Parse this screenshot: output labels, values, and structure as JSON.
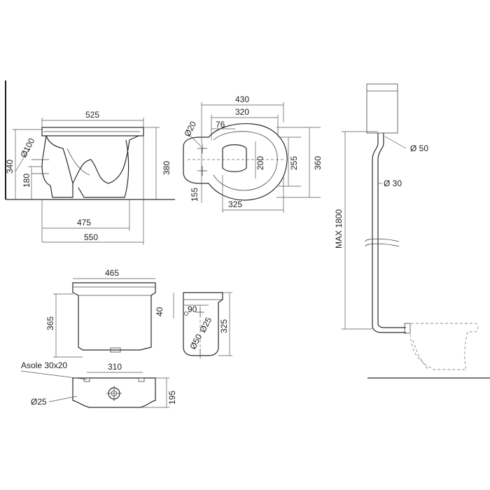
{
  "dimensions": {
    "side_view": {
      "top_width": "525",
      "height": "340",
      "outlet_diameter": "Ø100",
      "outlet_height": "180",
      "rim_height": "380",
      "base_width": "475",
      "overall_depth": "550"
    },
    "top_view": {
      "overall_width": "430",
      "seat_width": "320",
      "hole_offset": "76",
      "hole_diameter": "Ø20",
      "bowl_height": "200",
      "seat_depth": "255",
      "overall_height": "360",
      "hole_spacing": "155",
      "base_width": "325"
    },
    "cistern_front": {
      "width": "465",
      "height": "365"
    },
    "cistern_top": {
      "slots": "Asole 30x20",
      "width": "310",
      "depth": "195",
      "hole_diameter": "Ø25"
    },
    "cistern_side": {
      "top_offset": "40",
      "pipe_offset": "90",
      "inlet_diameter": "Ø25",
      "outlet_diameter": "Ø50",
      "height": "325"
    },
    "flush_pipe": {
      "top_diameter": "Ø 50",
      "pipe_diameter": "Ø 30",
      "max_height": "MAX 1800"
    }
  }
}
